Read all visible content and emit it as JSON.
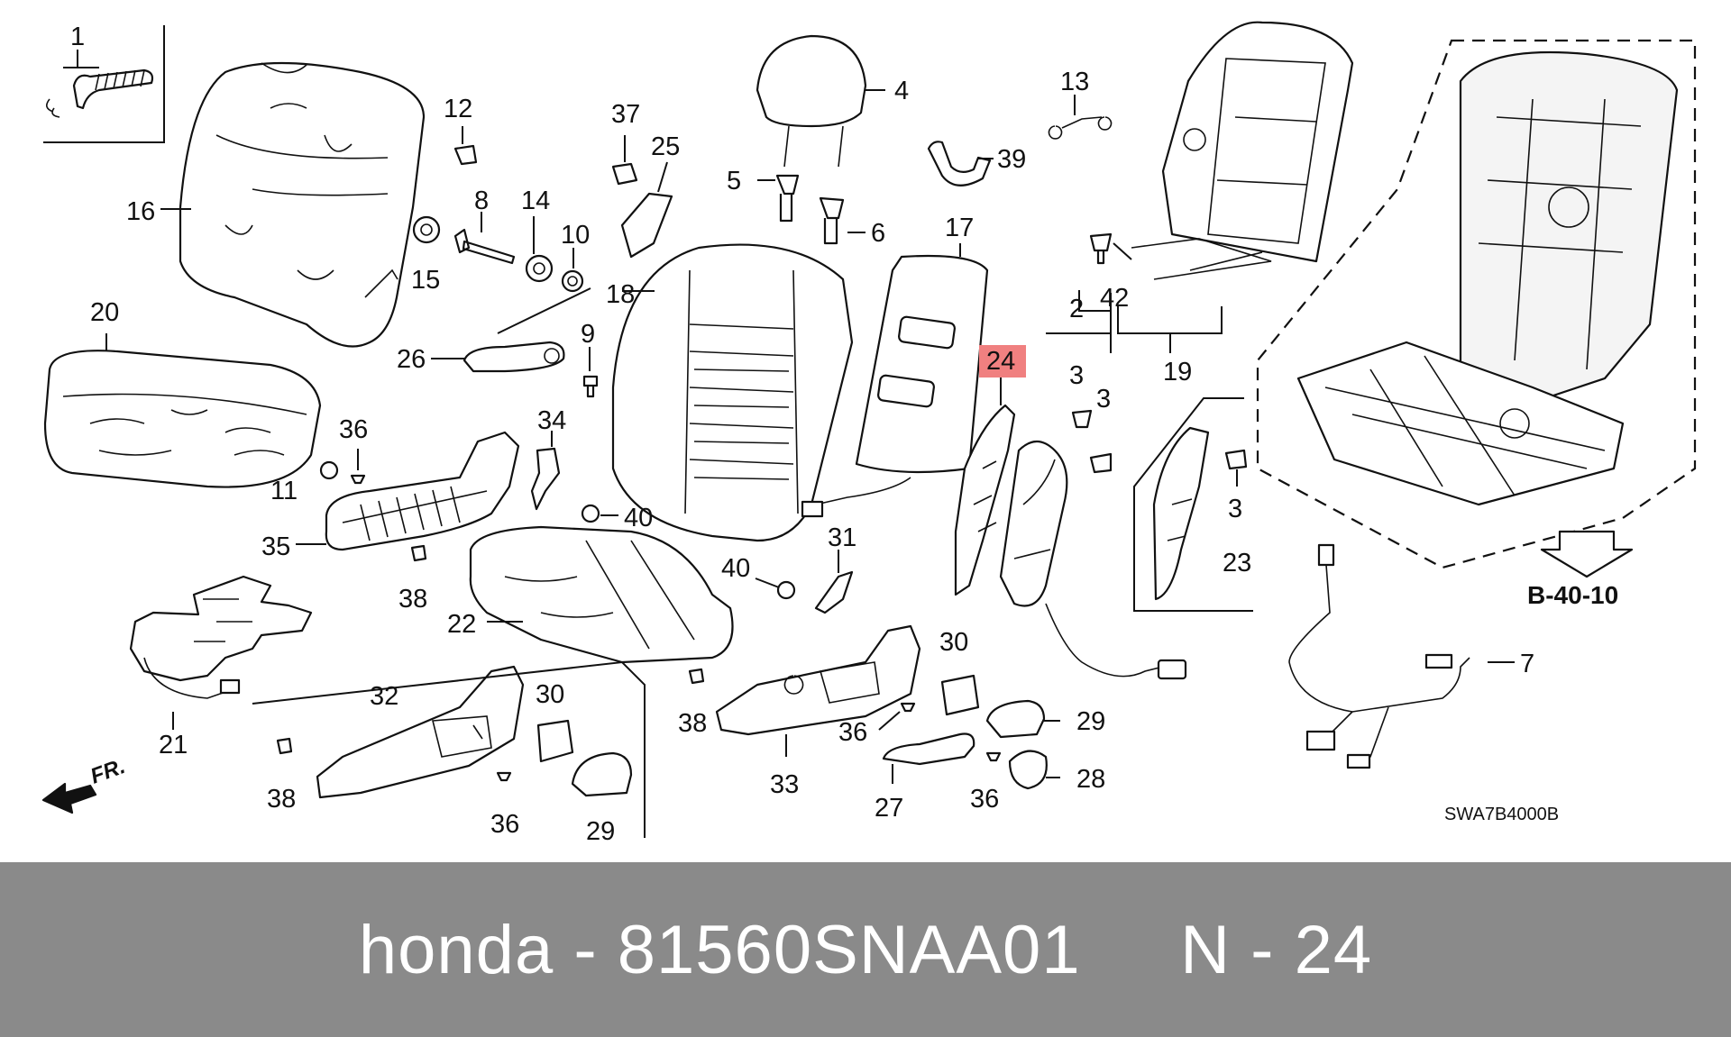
{
  "diagram": {
    "callouts": [
      {
        "id": "1",
        "text": "1"
      },
      {
        "id": "2",
        "text": "2"
      },
      {
        "id": "3a",
        "text": "3"
      },
      {
        "id": "3b",
        "text": "3"
      },
      {
        "id": "3c",
        "text": "3"
      },
      {
        "id": "4",
        "text": "4"
      },
      {
        "id": "5",
        "text": "5"
      },
      {
        "id": "6",
        "text": "6"
      },
      {
        "id": "7",
        "text": "7"
      },
      {
        "id": "8",
        "text": "8"
      },
      {
        "id": "9",
        "text": "9"
      },
      {
        "id": "10",
        "text": "10"
      },
      {
        "id": "11",
        "text": "11"
      },
      {
        "id": "12",
        "text": "12"
      },
      {
        "id": "13",
        "text": "13"
      },
      {
        "id": "14",
        "text": "14"
      },
      {
        "id": "15",
        "text": "15"
      },
      {
        "id": "16",
        "text": "16"
      },
      {
        "id": "17",
        "text": "17"
      },
      {
        "id": "18",
        "text": "18"
      },
      {
        "id": "19",
        "text": "19"
      },
      {
        "id": "20",
        "text": "20"
      },
      {
        "id": "21",
        "text": "21"
      },
      {
        "id": "22",
        "text": "22"
      },
      {
        "id": "23",
        "text": "23"
      },
      {
        "id": "24",
        "text": "24",
        "highlight": true
      },
      {
        "id": "25",
        "text": "25"
      },
      {
        "id": "26",
        "text": "26"
      },
      {
        "id": "27",
        "text": "27"
      },
      {
        "id": "28",
        "text": "28"
      },
      {
        "id": "29a",
        "text": "29"
      },
      {
        "id": "29b",
        "text": "29"
      },
      {
        "id": "30a",
        "text": "30"
      },
      {
        "id": "30b",
        "text": "30"
      },
      {
        "id": "31",
        "text": "31"
      },
      {
        "id": "32",
        "text": "32"
      },
      {
        "id": "33",
        "text": "33"
      },
      {
        "id": "34",
        "text": "34"
      },
      {
        "id": "35",
        "text": "35"
      },
      {
        "id": "36a",
        "text": "36"
      },
      {
        "id": "36b",
        "text": "36"
      },
      {
        "id": "36c",
        "text": "36"
      },
      {
        "id": "36d",
        "text": "36"
      },
      {
        "id": "37",
        "text": "37"
      },
      {
        "id": "38a",
        "text": "38"
      },
      {
        "id": "38b",
        "text": "38"
      },
      {
        "id": "38c",
        "text": "38"
      },
      {
        "id": "39",
        "text": "39"
      },
      {
        "id": "40a",
        "text": "40"
      },
      {
        "id": "40b",
        "text": "40"
      },
      {
        "id": "42",
        "text": "42"
      }
    ],
    "reference_label": "B-40-10",
    "direction_label": "FR.",
    "diagram_code": "SWA7B4000B",
    "highlight_color": "#f08080"
  },
  "footer": {
    "caption": "honda - 81560SNAA01     N - 24"
  },
  "colors": {
    "footer_background": "#8a8a8a",
    "footer_text": "#ffffff",
    "line_art": "#111111",
    "background": "#ffffff"
  }
}
